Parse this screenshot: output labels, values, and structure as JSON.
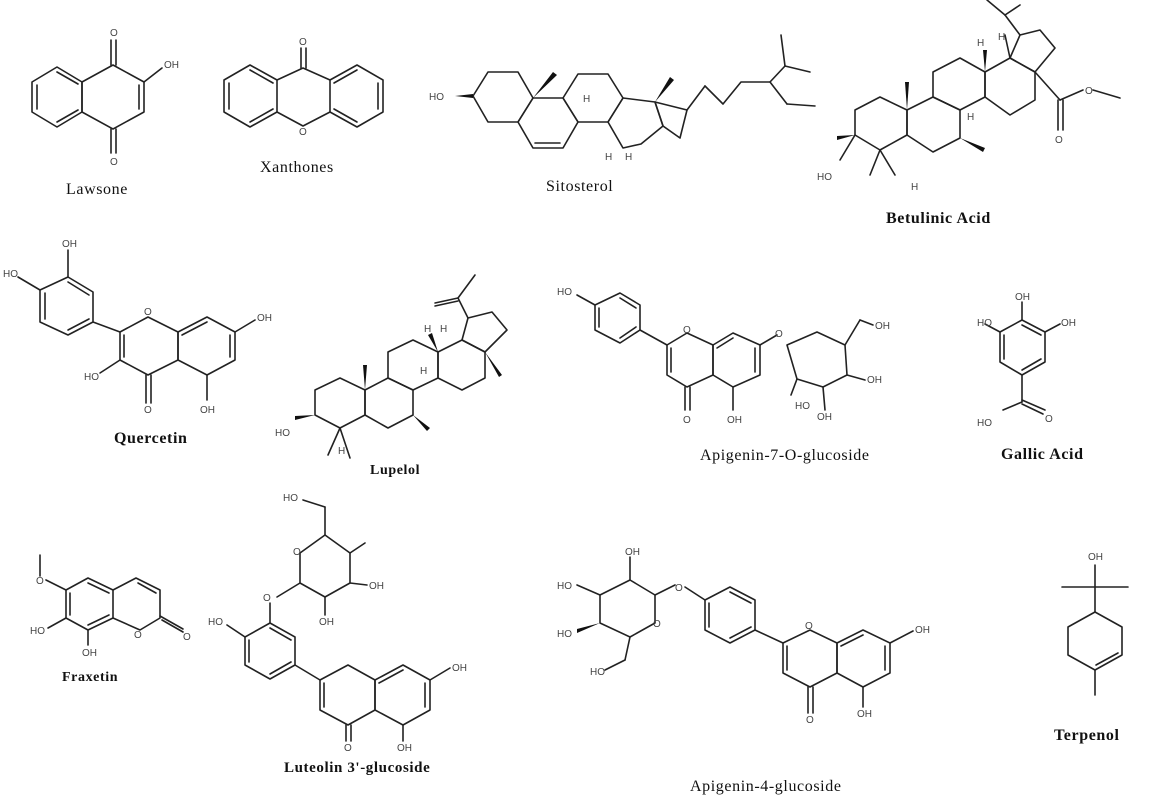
{
  "figure": {
    "compounds": [
      {
        "name": "Lawsone",
        "groups": [
          "O",
          "OH",
          "O"
        ]
      },
      {
        "name": "Xanthones",
        "groups": [
          "O",
          "O"
        ]
      },
      {
        "name": "Sitosterol",
        "groups": [
          "HO",
          "H",
          "H",
          "H"
        ]
      },
      {
        "name": "Betulinic Acid",
        "groups": [
          "H",
          "H",
          "H",
          "H",
          "O",
          "O",
          "HO"
        ]
      },
      {
        "name": "Quercetin",
        "groups": [
          "OH",
          "HO",
          "O",
          "OH",
          "HO",
          "O",
          "OH"
        ]
      },
      {
        "name": "Lupelol",
        "groups": [
          "H",
          "H",
          "H",
          "H",
          "HO"
        ]
      },
      {
        "name": "Apigenin-7-O-glucoside",
        "groups": [
          "HO",
          "O",
          "O",
          "OH",
          "OH",
          "HO",
          "OH",
          "O",
          "OH"
        ]
      },
      {
        "name": "Gallic Acid",
        "groups": [
          "OH",
          "HO",
          "OH",
          "HO",
          "O"
        ]
      },
      {
        "name": "Fraxetin",
        "groups": [
          "O",
          "HO",
          "OH",
          "O",
          "O"
        ]
      },
      {
        "name": "Luteolin 3'-glucoside",
        "groups": [
          "HO",
          "O",
          "OH",
          "OH",
          "O",
          "HO",
          "OH",
          "O",
          "OH"
        ]
      },
      {
        "name": "Apigenin-4-glucoside",
        "groups": [
          "OH",
          "HO",
          "O",
          "HO",
          "O",
          "HO",
          "O",
          "OH",
          "O",
          "OH"
        ]
      },
      {
        "name": "Terpenol",
        "groups": [
          "OH"
        ]
      }
    ]
  }
}
